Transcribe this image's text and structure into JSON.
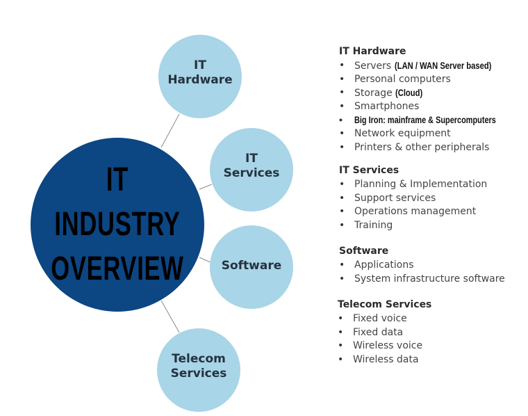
{
  "center": {
    "lines": [
      "IT",
      "INDUSTRY",
      "OVERVIEW"
    ],
    "color": "#0c4683"
  },
  "nodes": [
    {
      "lines": [
        "IT",
        "Hardware"
      ]
    },
    {
      "lines": [
        "IT",
        "Services"
      ]
    },
    {
      "lines": [
        "Software"
      ]
    },
    {
      "lines": [
        "Telecom",
        "Services"
      ]
    }
  ],
  "node_color": "#a8d5e7",
  "sections": [
    {
      "heading": "IT Hardware",
      "items": [
        {
          "text": "Servers",
          "note": "(LAN / WAN Server based)"
        },
        {
          "text": "Personal computers"
        },
        {
          "text": "Storage",
          "note": "(Cloud)"
        },
        {
          "text": "Smartphones"
        },
        {
          "text": "Big Iron: mainframe & Supercomputers",
          "emphasis": true
        },
        {
          "text": "Network equipment"
        },
        {
          "text": "Printers & other peripherals"
        }
      ]
    },
    {
      "heading": "IT Services",
      "items": [
        {
          "text": "Planning & Implementation"
        },
        {
          "text": "Support services"
        },
        {
          "text": "Operations management"
        },
        {
          "text": "Training"
        }
      ]
    },
    {
      "heading": "Software",
      "items": [
        {
          "text": "Applications"
        },
        {
          "text": "System infrastructure software"
        }
      ]
    },
    {
      "heading": "Telecom Services",
      "items": [
        {
          "text": "Fixed voice"
        },
        {
          "text": "Fixed data"
        },
        {
          "text": "Wireless voice"
        },
        {
          "text": "Wireless data"
        }
      ]
    }
  ]
}
